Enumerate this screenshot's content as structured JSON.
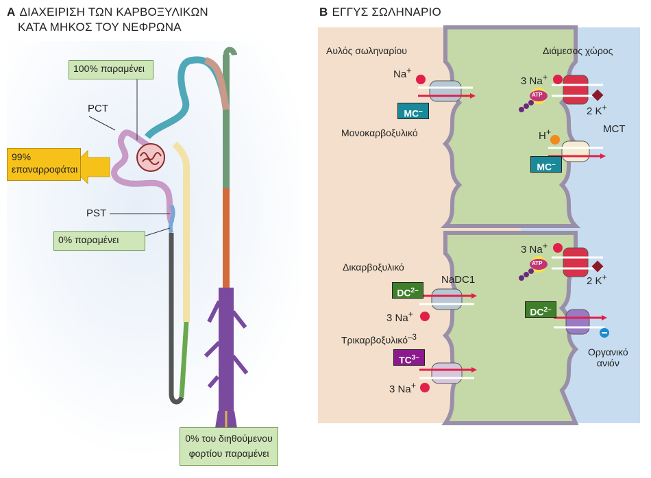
{
  "panel_a": {
    "letter": "A",
    "title_line1": "ΔΙΑΧΕΙΡΙΣΗ ΤΩΝ ΚΑΡΒΟΞΥΛΙΚΩΝ",
    "title_line2": "ΚΑΤΑ ΜΗΚΟΣ ΤΟΥ ΝΕΦΡΩΝΑ",
    "box_100": "100% παραμένει",
    "pct": "PCT",
    "pst": "PST",
    "reabsorbed_line1": "99%",
    "reabsorbed_line2": "επαναρροφάται",
    "box_0": "0% παραμένει",
    "bottom_line1": "0% του διηθούμενου",
    "bottom_line2": "φορτίου παραμένει"
  },
  "panel_b": {
    "letter": "B",
    "title": "ΕΓΓΥΣ ΣΩΛΗΝΑΡΙΟ",
    "lumen": "Αυλός σωληναρίου",
    "interstitium": "Διάμεσος χώρος",
    "na": "Na",
    "na_charge": "+",
    "mc": "MC",
    "mc_charge": "–",
    "monocarboxylic": "Μονοκαρβοξυλικό",
    "three_na": "3 Na",
    "two_k": "2 K",
    "atp": "ATP",
    "h": "H",
    "mct": "MCT",
    "dicarboxylic": "Δικαρβοξυλικό",
    "nadc1": "NaDC1",
    "dc": "DC",
    "dc_charge": "2–",
    "tricarboxylic": "Τρικαρβοξυλικό",
    "tricarboxylic_charge": "–3",
    "tc": "TC",
    "tc_charge": "3–",
    "organic_line1": "Οργανικό",
    "organic_line2": "ανιόν"
  },
  "colors": {
    "reabsorbed_box": "#f6c21a",
    "remain_box": "#cfe6b8",
    "mc_tag": "#1a8a9a",
    "dc_tag": "#3f7f2a",
    "tc_tag": "#8c1a8c",
    "lumen_bg": "#f3dfcb",
    "cell_bg": "#c5d8a8",
    "interstitium_bg": "#c7dcef",
    "sodium": "#e0204a",
    "potassium": "#8a1b2b",
    "proton": "#f08a1a",
    "anion": "#1b8ad0"
  }
}
